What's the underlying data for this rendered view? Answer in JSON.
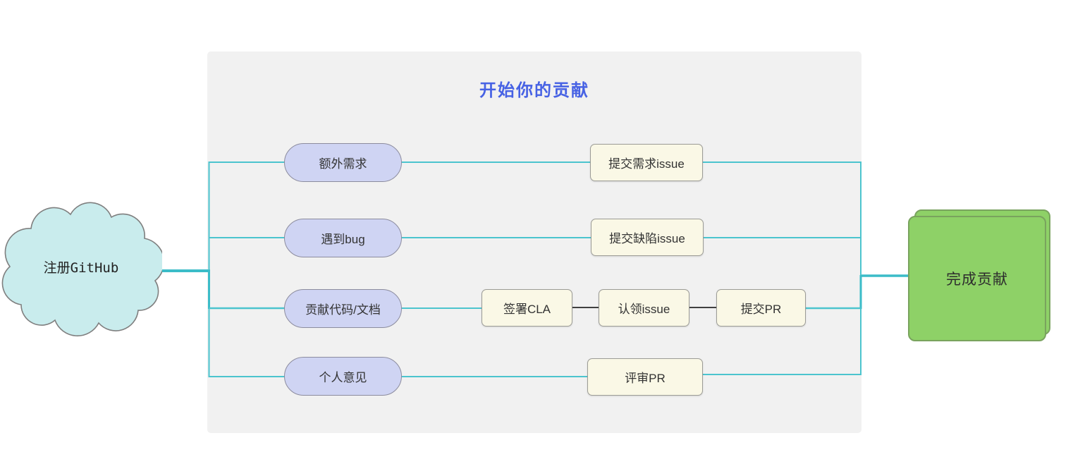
{
  "diagram": {
    "title": "开始你的贡献",
    "start": {
      "label": "注册GitHub",
      "shape": "cloud"
    },
    "end": {
      "label": "完成贡献",
      "shape": "stacked-rectangle"
    },
    "branches": [
      {
        "source": "额外需求",
        "steps": [
          "提交需求issue"
        ]
      },
      {
        "source": "遇到bug",
        "steps": [
          "提交缺陷issue"
        ]
      },
      {
        "source": "贡献代码/文档",
        "steps": [
          "签署CLA",
          "认领issue",
          "提交PR"
        ]
      },
      {
        "source": "个人意见",
        "steps": [
          "评审PR"
        ]
      }
    ]
  },
  "colors": {
    "title": "#4762e4",
    "connector": "#4cc4ce",
    "connector_main": "#3bbcc8",
    "connector_dark": "#404040",
    "panel_bg": "#f1f1f1",
    "cloud_bg": "#c9eced",
    "cloud_border": "#7f7f7f",
    "pill_bg": "#cfd4f3",
    "pill_border": "#8c8c9e",
    "step_bg": "#faf8e6",
    "step_border": "#9c9c96",
    "end_bg": "#8ed167",
    "end_border": "#79a35e",
    "node_text": "#333333"
  }
}
